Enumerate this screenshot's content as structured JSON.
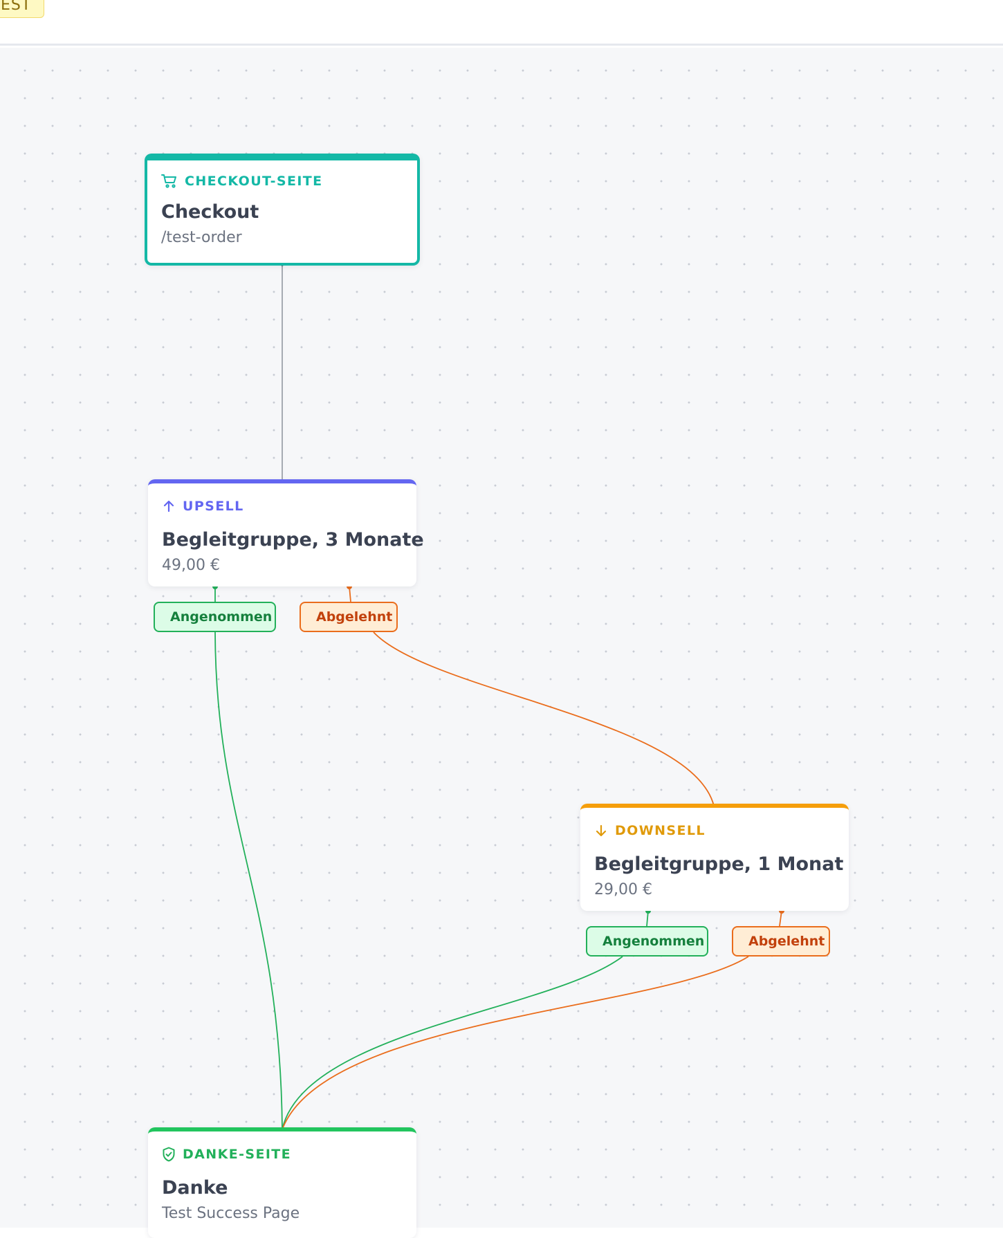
{
  "header": {
    "badge": "EST"
  },
  "colors": {
    "checkout": "#14b8a6",
    "upsell": "#6366f1",
    "downsell": "#f59e0b",
    "thanks": "#22c55e",
    "accepted": "#22b05a",
    "rejected": "#ea6d1c",
    "edge_default": "#9ca3af"
  },
  "nodes": {
    "checkout": {
      "type_label": "CHECKOUT-SEITE",
      "icon": "cart-icon",
      "title": "Checkout",
      "subtitle": "/test-order"
    },
    "upsell": {
      "type_label": "UPSELL",
      "icon": "arrow-up-icon",
      "title": "Begleitgruppe, 3 Monate",
      "subtitle": "49,00 €"
    },
    "downsell": {
      "type_label": "DOWNSELL",
      "icon": "arrow-down-icon",
      "title": "Begleitgruppe, 1 Monat",
      "subtitle": "29,00 €"
    },
    "thanks": {
      "type_label": "DANKE-SEITE",
      "icon": "shield-check-icon",
      "title": "Danke",
      "subtitle": "Test Success Page"
    }
  },
  "edge_labels": {
    "upsell_accepted": "Angenommen",
    "upsell_rejected": "Abgelehnt",
    "downsell_accepted": "Angenommen",
    "downsell_rejected": "Abgelehnt"
  }
}
